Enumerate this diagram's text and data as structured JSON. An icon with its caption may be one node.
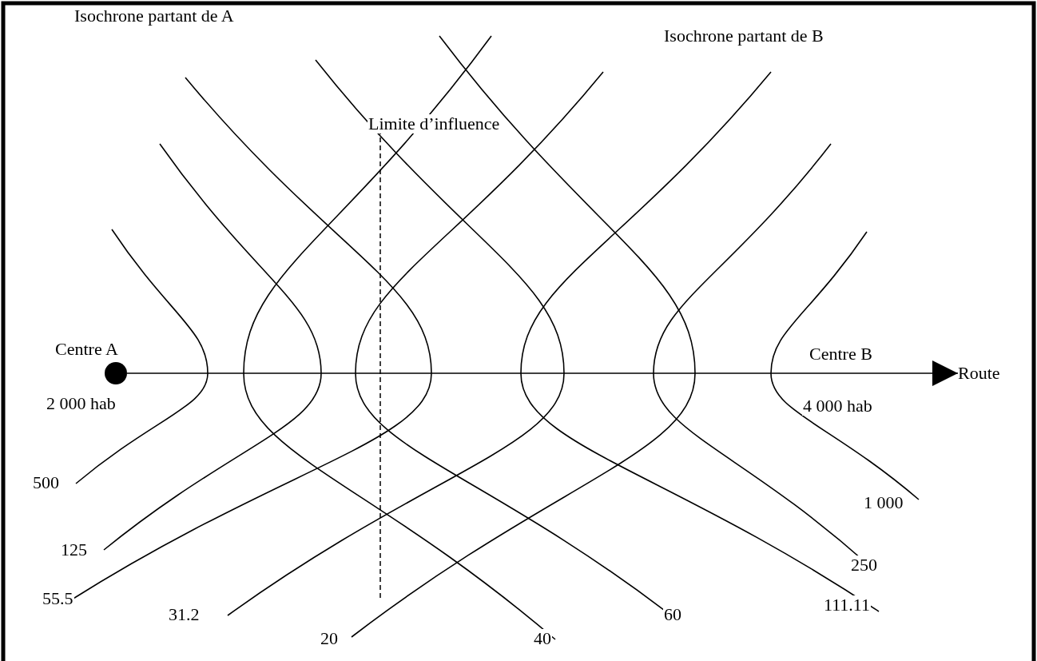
{
  "diagram": {
    "nodes": [
      {
        "text": [],
        "shape": "circle"
      },
      {
        "text": [
          "Route"
        ]
      }
    ],
    "edges": [
      {
        "from": 0,
        "to": 1,
        "arrow": "to"
      }
    ],
    "labels": [
      "Isochrone partant de A",
      "Isochrone partant de B",
      "Limite d’influence",
      "Centre A",
      "Centre B",
      "2 000 hab",
      "4 000 hab",
      "500",
      "1 000",
      "125",
      "250",
      "55.5",
      "111.11",
      "31.2",
      "60",
      "20",
      "40"
    ]
  }
}
